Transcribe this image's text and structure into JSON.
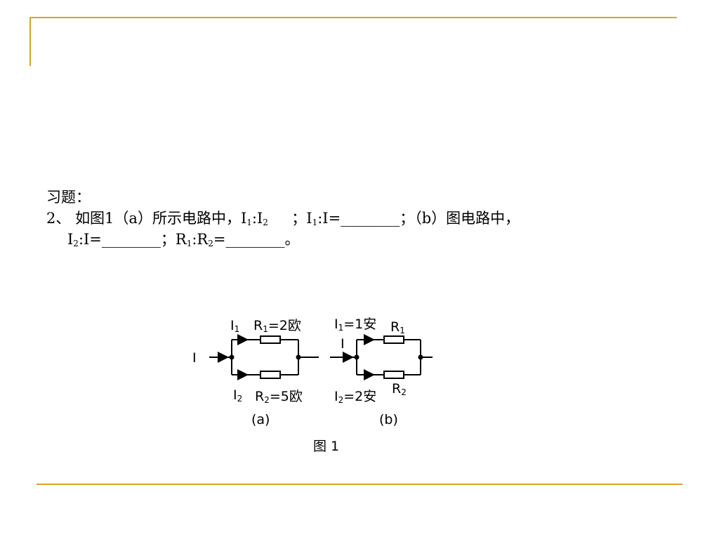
{
  "header": {
    "accent_color": "#d9a520"
  },
  "exercise": {
    "heading": "习题：",
    "number": "2、",
    "q_intro": "如图1（a）所示电路中，I",
    "q_sub1": "1",
    "q_ratio": ":I",
    "q_sub2": "2",
    "q_sep1": "；I",
    "q_sub3": "1",
    "q_part2": ":I=________；（b）图电路中，",
    "l3_i": "I",
    "l3_sub1": "2",
    "l3_part1": ":I=________；R",
    "l3_sub2": "1",
    "l3_ratio": ":R",
    "l3_sub3": "2",
    "l3_part2": "=________。"
  },
  "figure": {
    "caption": "图 1",
    "a": {
      "current_total": "I",
      "i1_label": "I",
      "i1_sub": "1",
      "r1_label": "R",
      "r1_sub": "1",
      "r1_value": "=2欧",
      "i2_label": "I",
      "i2_sub": "2",
      "r2_label": "R",
      "r2_sub": "2",
      "r2_value": "=5欧",
      "label": "(a)"
    },
    "b": {
      "current_total": "I",
      "i1_label": "I",
      "i1_sub": "1",
      "i1_value": "=1安",
      "r1_label": "R",
      "r1_sub": "1",
      "i2_label": "I",
      "i2_sub": "2",
      "i2_value": "=2安",
      "r2_label": "R",
      "r2_sub": "2",
      "label": "(b)"
    }
  }
}
